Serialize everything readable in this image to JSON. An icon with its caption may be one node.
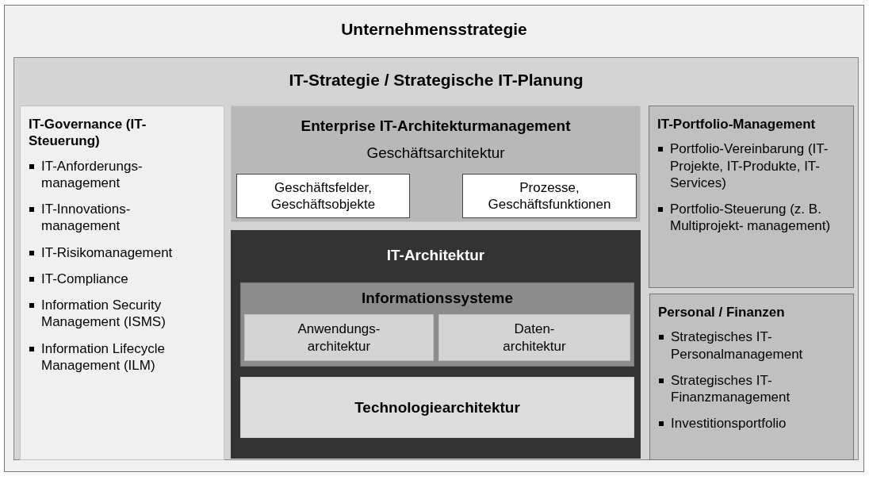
{
  "diagram": {
    "nodes": [
      {
        "text": [
          "Unternehmensstrategie"
        ]
      },
      {
        "text": [
          "IT-Strategie / Strategische IT-Planung"
        ],
        "in": 0
      },
      {
        "text": [
          "IT-Governance (IT-Steuerung)",
          "IT-Anforderungs- management",
          "IT-Innovations- management",
          "IT-Risikomanagement",
          "IT-Compliance",
          "Information Security Management (ISMS)",
          "Information Lifecycle Management (ILM)"
        ],
        "in": 1
      },
      {
        "text": [
          "Enterprise IT-Architekturmanagement",
          "Geschäftsarchitektur"
        ],
        "in": 1
      },
      {
        "text": [
          "Geschäftsfelder, Geschäftsobjekte"
        ],
        "in": 3
      },
      {
        "text": [
          "Prozesse, Geschäftsfunktionen"
        ],
        "in": 3
      },
      {
        "text": [
          "IT-Architektur"
        ],
        "in": 1
      },
      {
        "text": [
          "Informationssysteme"
        ],
        "in": 6
      },
      {
        "text": [
          "Anwendungs- architektur"
        ],
        "in": 7
      },
      {
        "text": [
          "Daten- architektur"
        ],
        "in": 7
      },
      {
        "text": [
          "Technologiearchitektur"
        ],
        "in": 6
      },
      {
        "text": [
          "IT-Portfolio-Management",
          "Portfolio-Vereinbarung (IT-Projekte, IT-Produkte, IT-Services)",
          "Portfolio-Steuerung (z. B. Multiprojekt- management)"
        ],
        "in": 1
      },
      {
        "text": [
          "Personal / Finanzen",
          "Strategisches IT-Personalmanagement",
          "Strategisches IT-Finanzmanagement",
          "Investitionsportfolio"
        ],
        "in": 1
      }
    ]
  }
}
